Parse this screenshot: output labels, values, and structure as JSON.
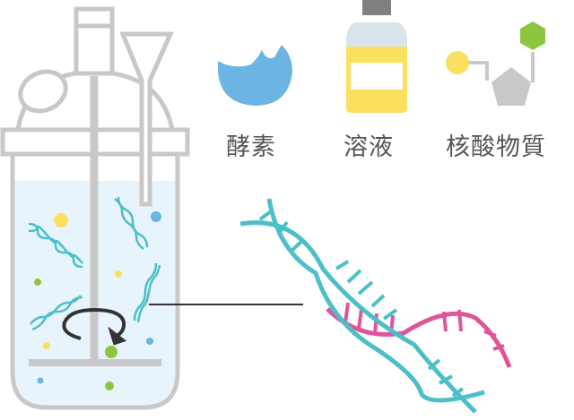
{
  "labels": {
    "enzyme": "酵素",
    "solution": "溶液",
    "nucleic_acid": "核酸物質"
  },
  "colors": {
    "teal": "#4cbfc8",
    "pink": "#e0559a",
    "blue": "#6cb4e4",
    "yellow": "#fbe05f",
    "green": "#8cc63f",
    "gray": "#c8c8c8",
    "liquid": "#e8f4fb"
  }
}
